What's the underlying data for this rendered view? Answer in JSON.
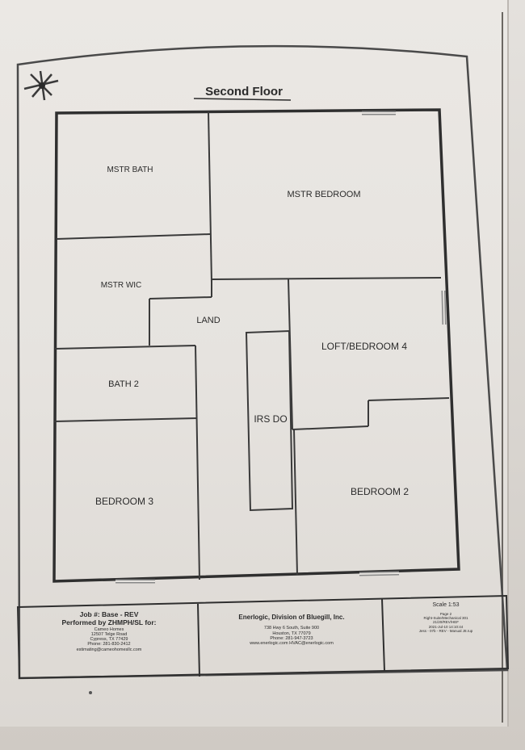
{
  "plan": {
    "title": "Second Floor",
    "rooms": {
      "mstr_bath": "MSTR BATH",
      "mstr_bedroom": "MSTR BEDROOM",
      "mstr_wic": "MSTR WIC",
      "land": "LAND",
      "loft_bedroom4": "LOFT/BEDROOM 4",
      "bath2": "BATH 2",
      "stairs": "IRS DO",
      "bedroom3": "BEDROOM 3",
      "bedroom2": "BEDROOM 2"
    }
  },
  "title_block": {
    "left": {
      "job": "Job #: Base - REV",
      "performed": "Performed by ZHMPH/SL for:",
      "lines": [
        "Cameo Homes",
        "12507 Telge Road",
        "Cypress, TX 77429",
        "Phone: 281-830-2412",
        "estimating@cameohomesllc.com"
      ]
    },
    "center": {
      "company": "Enerlogic, Division of Bluegill, Inc.",
      "lines": [
        "738 Hwy 6 South, Suite 900",
        "Houston, TX 77079",
        "Phone: 281-947-3723",
        "www.enerlogic.com HVAC@enerlogic.com"
      ]
    },
    "right": {
      "scale": "Scale 1:53",
      "lines": [
        "Page 2",
        "Right-Suite/Mechanical 301",
        "21/20/REV/HEF",
        "2021-Jul-10 14:10:44",
        "Jess - 07b - REV - Manual J8.rup"
      ]
    }
  }
}
